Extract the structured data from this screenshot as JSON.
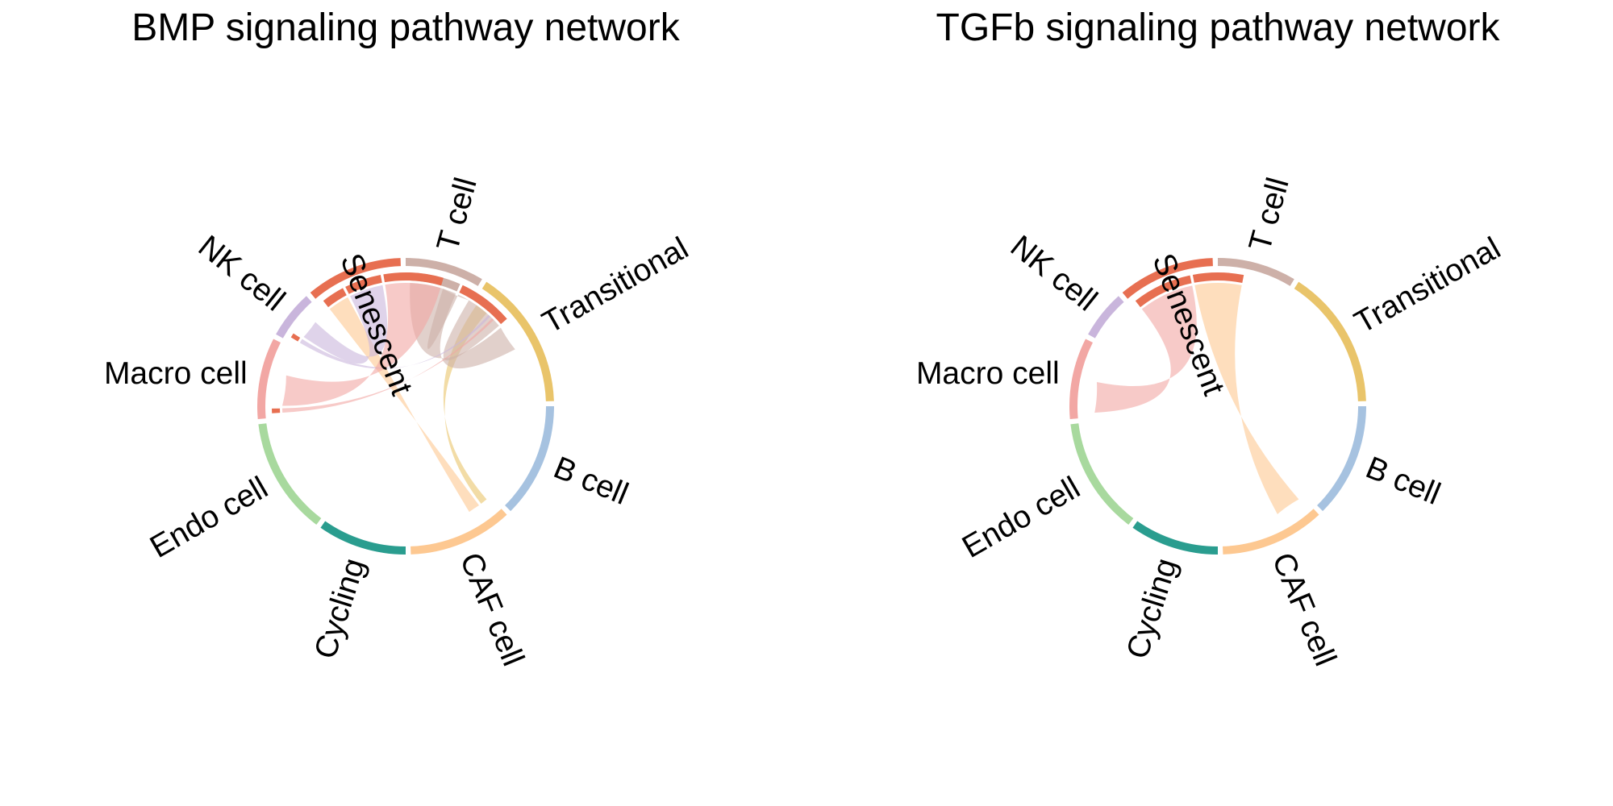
{
  "sector_order": [
    "B cell",
    "CAF cell",
    "Cycling",
    "Endo cell",
    "Macro cell",
    "NK cell",
    "Senescent",
    "T cell",
    "Transitional"
  ],
  "colors": {
    "B cell": "#A6C2E0",
    "CAF cell": "#FDC891",
    "Cycling": "#2A9D8F",
    "Endo cell": "#A8D99E",
    "Macro cell": "#F2A7A4",
    "NK cell": "#C9B5DC",
    "Senescent": "#E76F51",
    "T cell": "#CDB0A8",
    "Transitional": "#E9C46A"
  },
  "panels": [
    {
      "title": "BMP signaling pathway network",
      "labels": [
        "B cell",
        "CAF cell",
        "Cycling",
        "Endo cell",
        "Macro cell",
        "NK cell",
        "Senescent",
        "T cell",
        "Transitional"
      ],
      "links": [
        {
          "source": "Transitional",
          "target": "CAF cell",
          "weight": 0.6
        },
        {
          "source": "Senescent",
          "target": "CAF cell",
          "weight": 1.0
        },
        {
          "source": "T cell",
          "target": "T cell",
          "weight": 2.2
        },
        {
          "source": "T cell",
          "target": "Senescent",
          "weight": 2.4
        },
        {
          "source": "Senescent",
          "target": "NK cell",
          "weight": 1.6
        },
        {
          "source": "NK cell",
          "target": "Transitional",
          "weight": 0.2
        },
        {
          "source": "Macro cell",
          "target": "Transitional",
          "weight": 0.2
        },
        {
          "source": "Senescent",
          "target": "Macro cell",
          "weight": 2.6
        }
      ]
    },
    {
      "title": "TGFb signaling pathway network",
      "labels": [
        "B cell",
        "CAF cell",
        "Cycling",
        "Endo cell",
        "Macro cell",
        "NK cell",
        "Senescent",
        "T cell",
        "Transitional"
      ],
      "links": [
        {
          "source": "Senescent",
          "target": "Macro cell",
          "weight": 2.6
        },
        {
          "source": "Senescent",
          "target": "CAF cell",
          "weight": 2.2
        }
      ]
    }
  ]
}
